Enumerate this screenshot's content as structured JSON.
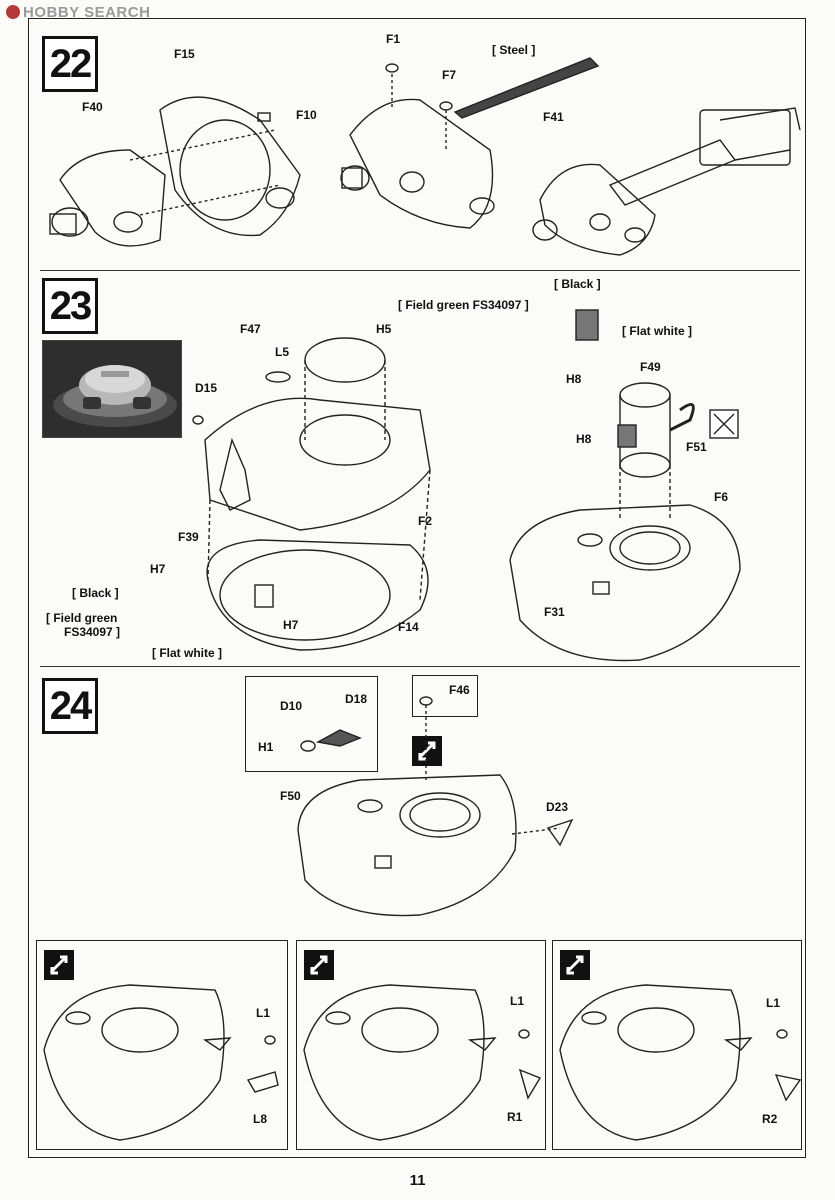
{
  "watermark": {
    "text": "HOBBY SEARCH"
  },
  "page_number": "11",
  "steps": {
    "s22": {
      "number": "22"
    },
    "s23": {
      "number": "23"
    },
    "s24": {
      "number": "24"
    }
  },
  "labels": {
    "f40": "F40",
    "f15": "F15",
    "f10": "F10",
    "f1": "F1",
    "f7": "F7",
    "steel": "[ Steel ]",
    "f41": "F41",
    "f47": "F47",
    "l5": "L5",
    "h5": "H5",
    "d15": "D15",
    "f39": "F39",
    "f2": "F2",
    "f14": "F14",
    "h7a": "H7",
    "h7b": "H7",
    "h7_black": "[ Black ]",
    "h7_green": "[ Field green",
    "h7_fs": "FS34097 ]",
    "h7_white": "[ Flat white ]",
    "h8_black": "[ Black ]",
    "h8_green": "[ Field green FS34097 ]",
    "h8_white": "[ Flat white ]",
    "h8a": "H8",
    "f49": "F49",
    "h8b": "H8",
    "f51": "F51",
    "f6": "F6",
    "f31": "F31",
    "f46": "F46",
    "d10": "D10",
    "d18": "D18",
    "h1": "H1",
    "f50": "F50",
    "d23": "D23",
    "l1a": "L1",
    "l8": "L8",
    "l1b": "L1",
    "r1": "R1",
    "l1c": "L1",
    "r2": "R2"
  }
}
